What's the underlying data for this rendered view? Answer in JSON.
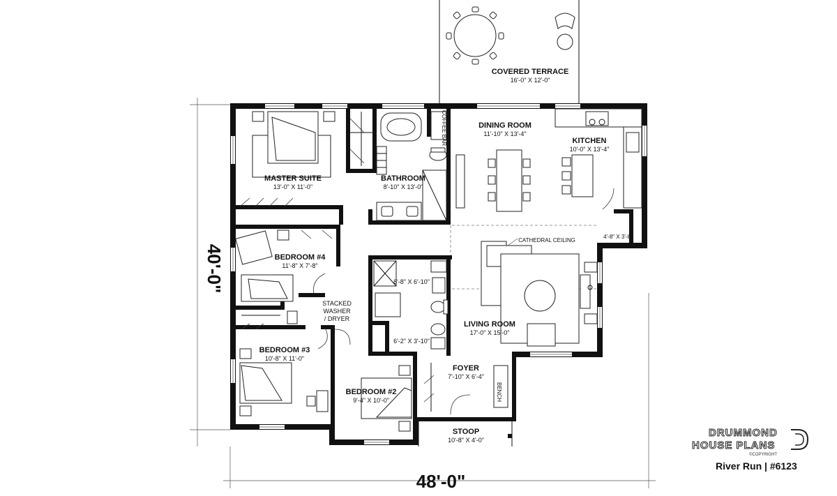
{
  "rooms": {
    "covered_terrace": {
      "name": "COVERED TERRACE",
      "size": "16'-0\" X 12'-0\""
    },
    "dining": {
      "name": "DINING ROOM",
      "size": "11'-10\" X 13'-4\""
    },
    "kitchen": {
      "name": "KITCHEN",
      "size": "10'-0\" X 13'-4\""
    },
    "master": {
      "name": "MASTER SUITE",
      "size": "13'-0\" X 11'-0\""
    },
    "bathroom": {
      "name": "BATHROOM",
      "size": "8'-10\" X 13'-0\""
    },
    "bedroom4": {
      "name": "BEDROOM #4",
      "size": "11'-8\" X 7'-8\""
    },
    "bedroom3": {
      "name": "BEDROOM #3",
      "size": "10'-8\" X 11'-0\""
    },
    "bedroom2": {
      "name": "BEDROOM #2",
      "size": "9'-4\" X 10'-0\""
    },
    "living": {
      "name": "LIVING ROOM",
      "size": "17'-0\" X 15'-0\""
    },
    "foyer": {
      "name": "FOYER",
      "size": "7'-10\" X 6'-4\""
    },
    "stoop": {
      "name": "STOOP",
      "size": "10'-8\" X 4'-0\""
    }
  },
  "small_rooms": {
    "pantry": "4'-8\" X 3'-8\"",
    "bath2": "8'-8\" X 6'-10\"",
    "powder": "6'-2\" X 3'-10\""
  },
  "notes": {
    "coffee_bar": "COFFEE BAR",
    "cathedral": "CATHEDRAL CEILING",
    "washer_line1": "STACKED",
    "washer_line2": "WASHER",
    "washer_line3": "/ DRYER",
    "bench": "BENCH"
  },
  "dimensions": {
    "width": "48'-0\"",
    "depth": "40'-0\""
  },
  "brand": {
    "line1": "DRUMMOND",
    "line2": "HOUSE PLANS",
    "copyright": "©COPYRIGHT",
    "tagline": "River Run | #6123"
  }
}
